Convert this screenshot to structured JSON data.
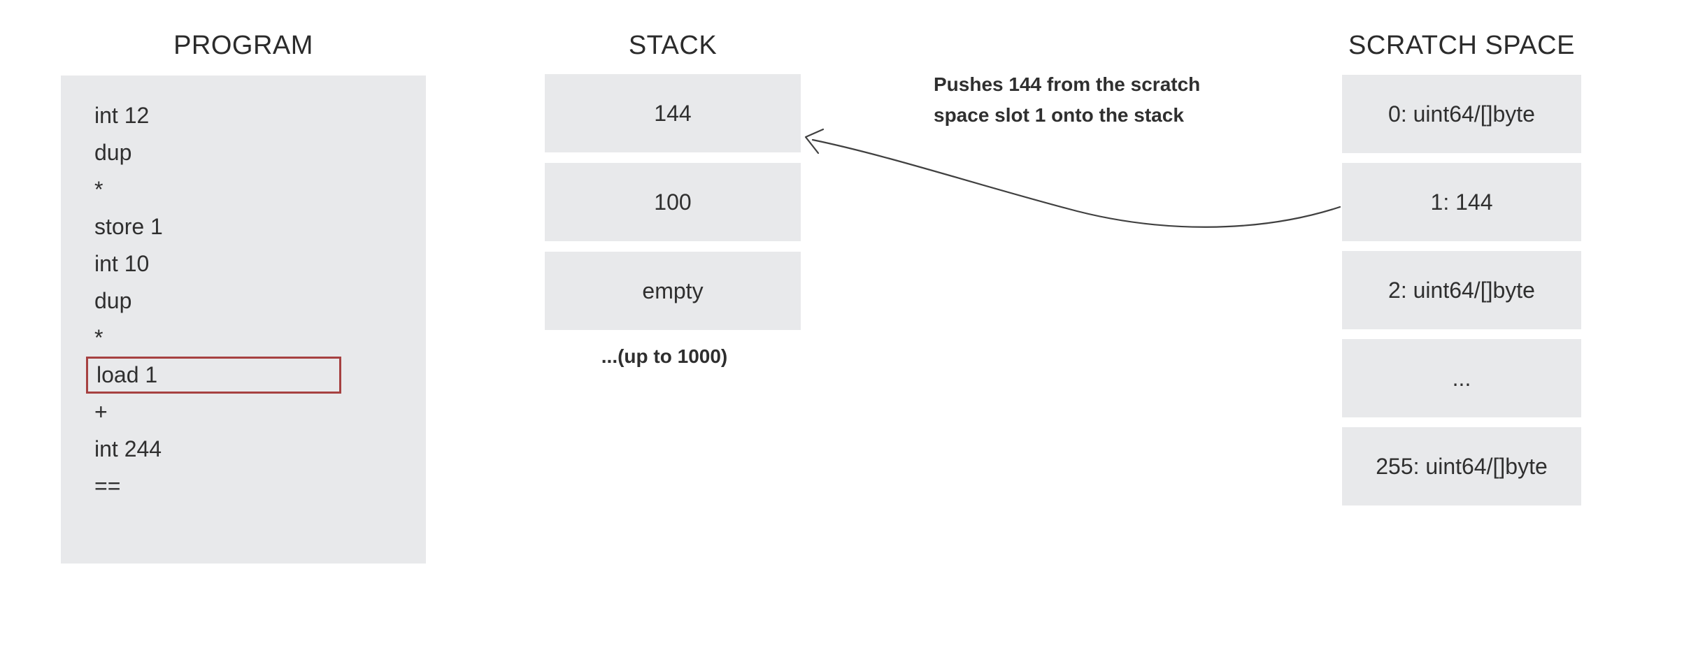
{
  "diagram": {
    "program": {
      "title": "PROGRAM",
      "lines": [
        "int 12",
        "dup",
        "*",
        "store 1",
        "int 10",
        "dup",
        "*",
        "load 1",
        "+",
        "int 244",
        "=="
      ],
      "highlighted_line": "load 1"
    },
    "stack": {
      "title": "STACK",
      "slots": [
        "144",
        "100",
        "empty"
      ],
      "note": "...(up to 1000)"
    },
    "scratch_space": {
      "title": "SCRATCH SPACE",
      "slots": [
        "0: uint64/[]byte",
        "1: 144",
        "2: uint64/[]byte",
        "...",
        "255: uint64/[]byte"
      ]
    },
    "annotation": {
      "line1": "Pushes 144 from the scratch",
      "line2": "space slot 1 onto the stack"
    },
    "colors": {
      "box_background": "#e8e9eb",
      "highlight_border": "#a64141",
      "text": "#2f2f2f",
      "arrow": "#404040"
    }
  }
}
